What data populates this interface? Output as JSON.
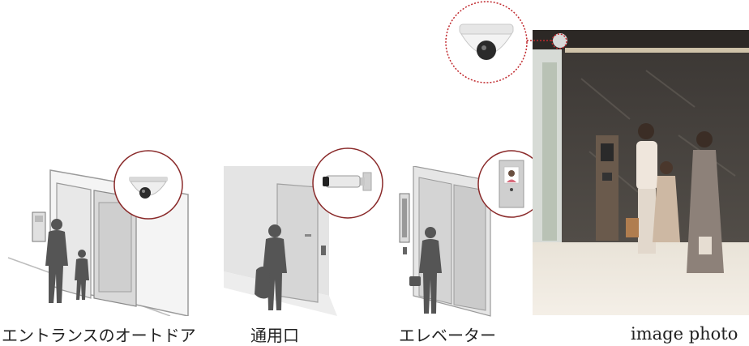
{
  "captions": {
    "entrance": "エントランスのオートドア",
    "service_door": "通用口",
    "elevator": "エレベーター",
    "photo_note": "image photo"
  },
  "colors": {
    "accent_red": "#c0282d",
    "circle_stroke": "#8a2a2a",
    "silhouette": "#555555",
    "wall_gray": "#dcdcdc"
  },
  "icons": {
    "entrance_camera": "dome-camera-icon",
    "service_camera": "bullet-camera-icon",
    "elevator_camera": "elevator-camera-panel-icon",
    "lobby_camera": "dome-camera-icon"
  }
}
